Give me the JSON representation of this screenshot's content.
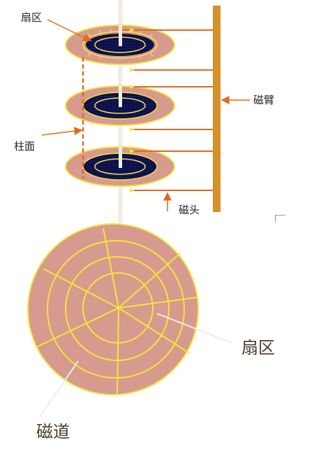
{
  "top_diagram": {
    "labels": {
      "sector": "扇区",
      "arm": "磁臂",
      "cylinder": "柱面",
      "head": "磁头"
    }
  },
  "bottom_diagram": {
    "labels": {
      "sector": "扇区",
      "track": "磁道"
    }
  },
  "colors": {
    "platter": "#d69a8e",
    "platter_edge": "#f5e53a",
    "hub": "#0b0f4a",
    "arm": "#d4902c",
    "arrow": "#e06a1e",
    "spindle": "#f3ece4",
    "pointer_line": "#eeeeee"
  }
}
